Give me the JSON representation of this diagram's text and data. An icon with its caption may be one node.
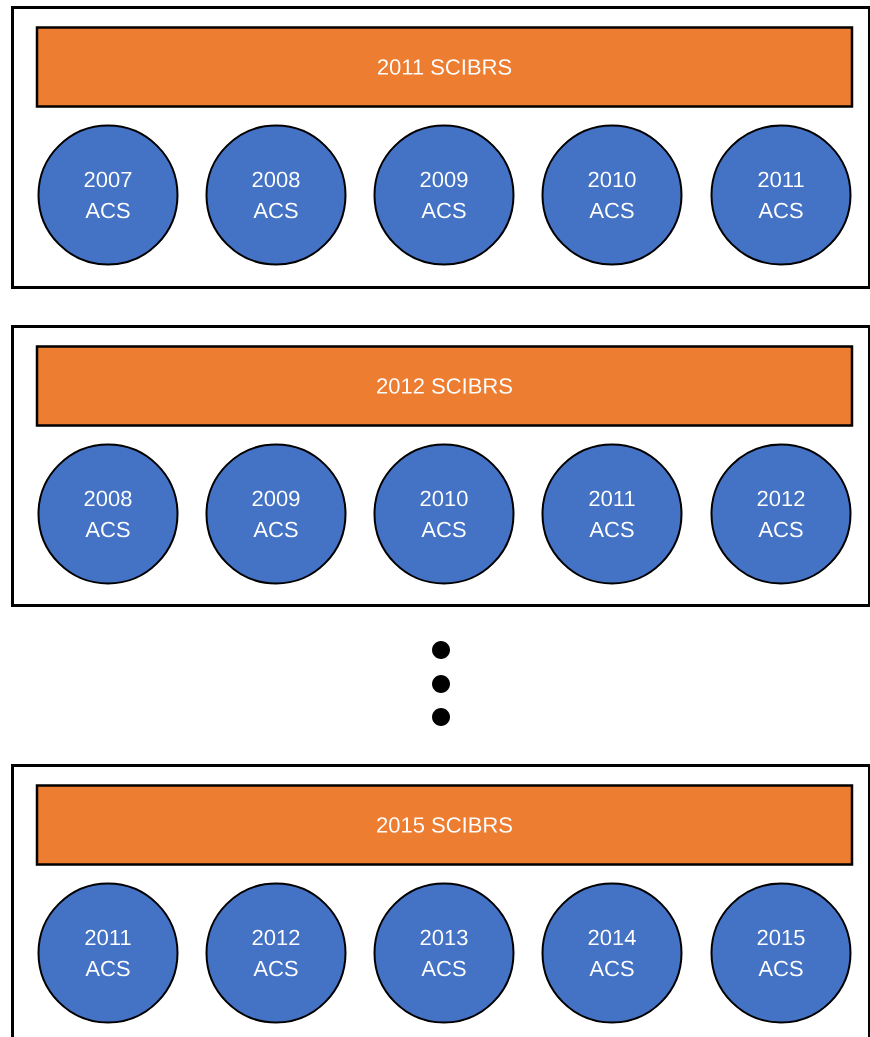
{
  "diagram": {
    "nodes": [
      {
        "text": [],
        "shape": "box"
      },
      {
        "text": [
          "2011 SCIBRS"
        ],
        "in": 0
      },
      {
        "text": [
          "2007 ACS"
        ],
        "in": 0
      },
      {
        "text": [
          "2008 ACS"
        ],
        "in": 0
      },
      {
        "text": [
          "2009 ACS"
        ],
        "in": 0
      },
      {
        "text": [
          "2010 ACS"
        ],
        "in": 0
      },
      {
        "text": [
          "2011 ACS"
        ],
        "in": 0
      },
      {
        "text": [],
        "shape": "box"
      },
      {
        "text": [
          "2012 SCIBRS"
        ],
        "in": 7
      },
      {
        "text": [
          "2008 ACS"
        ],
        "in": 7
      },
      {
        "text": [
          "2009 ACS"
        ],
        "in": 7
      },
      {
        "text": [
          "2010 ACS"
        ],
        "in": 7
      },
      {
        "text": [
          "2011 ACS"
        ],
        "in": 7
      },
      {
        "text": [
          "2012 ACS"
        ],
        "in": 7
      },
      {
        "text": [],
        "shape": "box"
      },
      {
        "text": [
          "2015 SCIBRS"
        ],
        "in": 14
      },
      {
        "text": [
          "2011 ACS"
        ],
        "in": 14
      },
      {
        "text": [
          "2012 ACS"
        ],
        "in": 14
      },
      {
        "text": [
          "2013 ACS"
        ],
        "in": 14
      },
      {
        "text": [
          "2014 ACS"
        ],
        "in": 14
      },
      {
        "text": [
          "2015 ACS"
        ],
        "in": 14
      }
    ]
  }
}
